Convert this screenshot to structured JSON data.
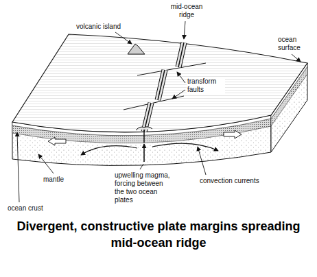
{
  "diagram": {
    "caption": "Divergent, constructive plate margins spreading mid-ocean ridge",
    "labels": [
      "mid-ocean ridge",
      "volcanic island",
      "ocean surface",
      "transform faults",
      "upwelling magma, forcing between the two ocean plates",
      "mantle",
      "convection currents",
      "ocean crust"
    ]
  }
}
